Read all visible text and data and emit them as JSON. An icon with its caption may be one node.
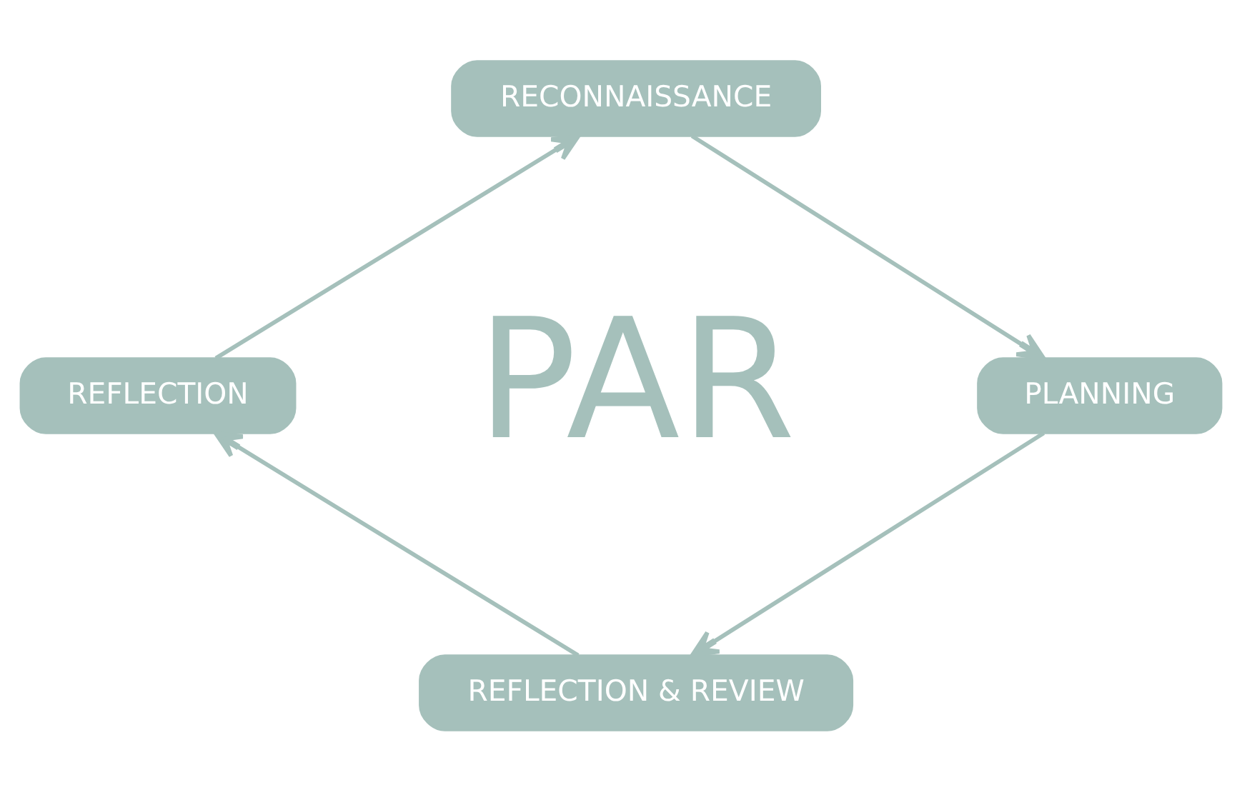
{
  "diagram": {
    "nodes": [
      {
        "text": [
          "RECONNAISSANCE"
        ]
      },
      {
        "text": [
          "PLANNING"
        ]
      },
      {
        "text": [
          "REFLECTION & REVIEW"
        ]
      },
      {
        "text": [
          "REFLECTION"
        ]
      }
    ],
    "edges": [
      {
        "from": 0,
        "to": 1,
        "arrow": "to"
      },
      {
        "from": 1,
        "to": 2,
        "arrow": "to"
      },
      {
        "from": 2,
        "to": 3,
        "arrow": "to"
      },
      {
        "from": 3,
        "to": 0,
        "arrow": "to"
      }
    ],
    "labels": [
      "PAR"
    ]
  }
}
